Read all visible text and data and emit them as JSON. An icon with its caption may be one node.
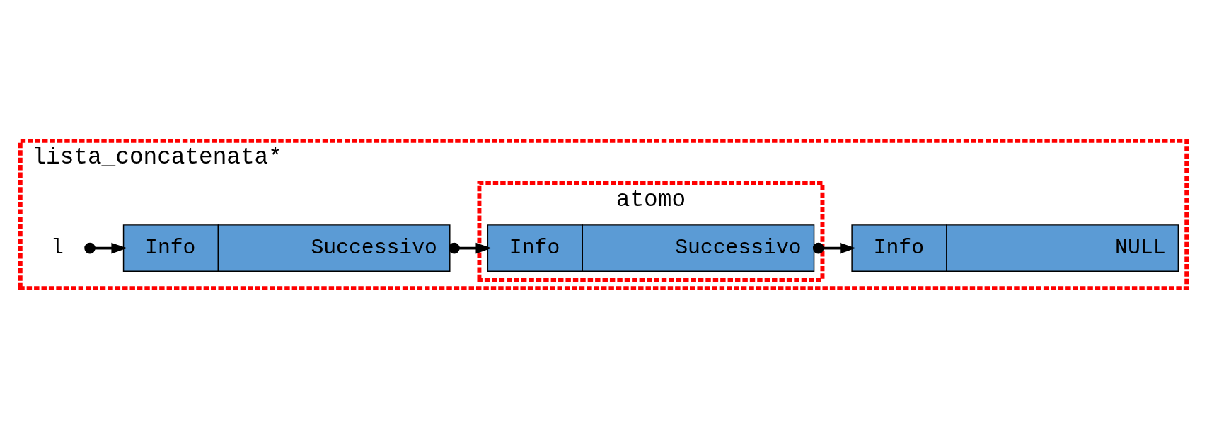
{
  "diagram": {
    "nodes": [
      {
        "text": [
          "lista_concatenata*"
        ]
      },
      {
        "text": [
          "l"
        ],
        "in": 0
      },
      {
        "text": [
          "Info",
          "Successivo"
        ],
        "in": 0
      },
      {
        "text": [
          "atomo"
        ],
        "in": 0
      },
      {
        "text": [
          "Info",
          "Successivo"
        ],
        "in": 3
      },
      {
        "text": [
          "Info",
          "NULL"
        ],
        "in": 0
      }
    ],
    "edges": [
      {
        "from": 1,
        "to": 2,
        "arrow": "to"
      },
      {
        "from": 2,
        "to": 4,
        "arrow": "to"
      },
      {
        "from": 4,
        "to": 5,
        "arrow": "to"
      }
    ]
  }
}
